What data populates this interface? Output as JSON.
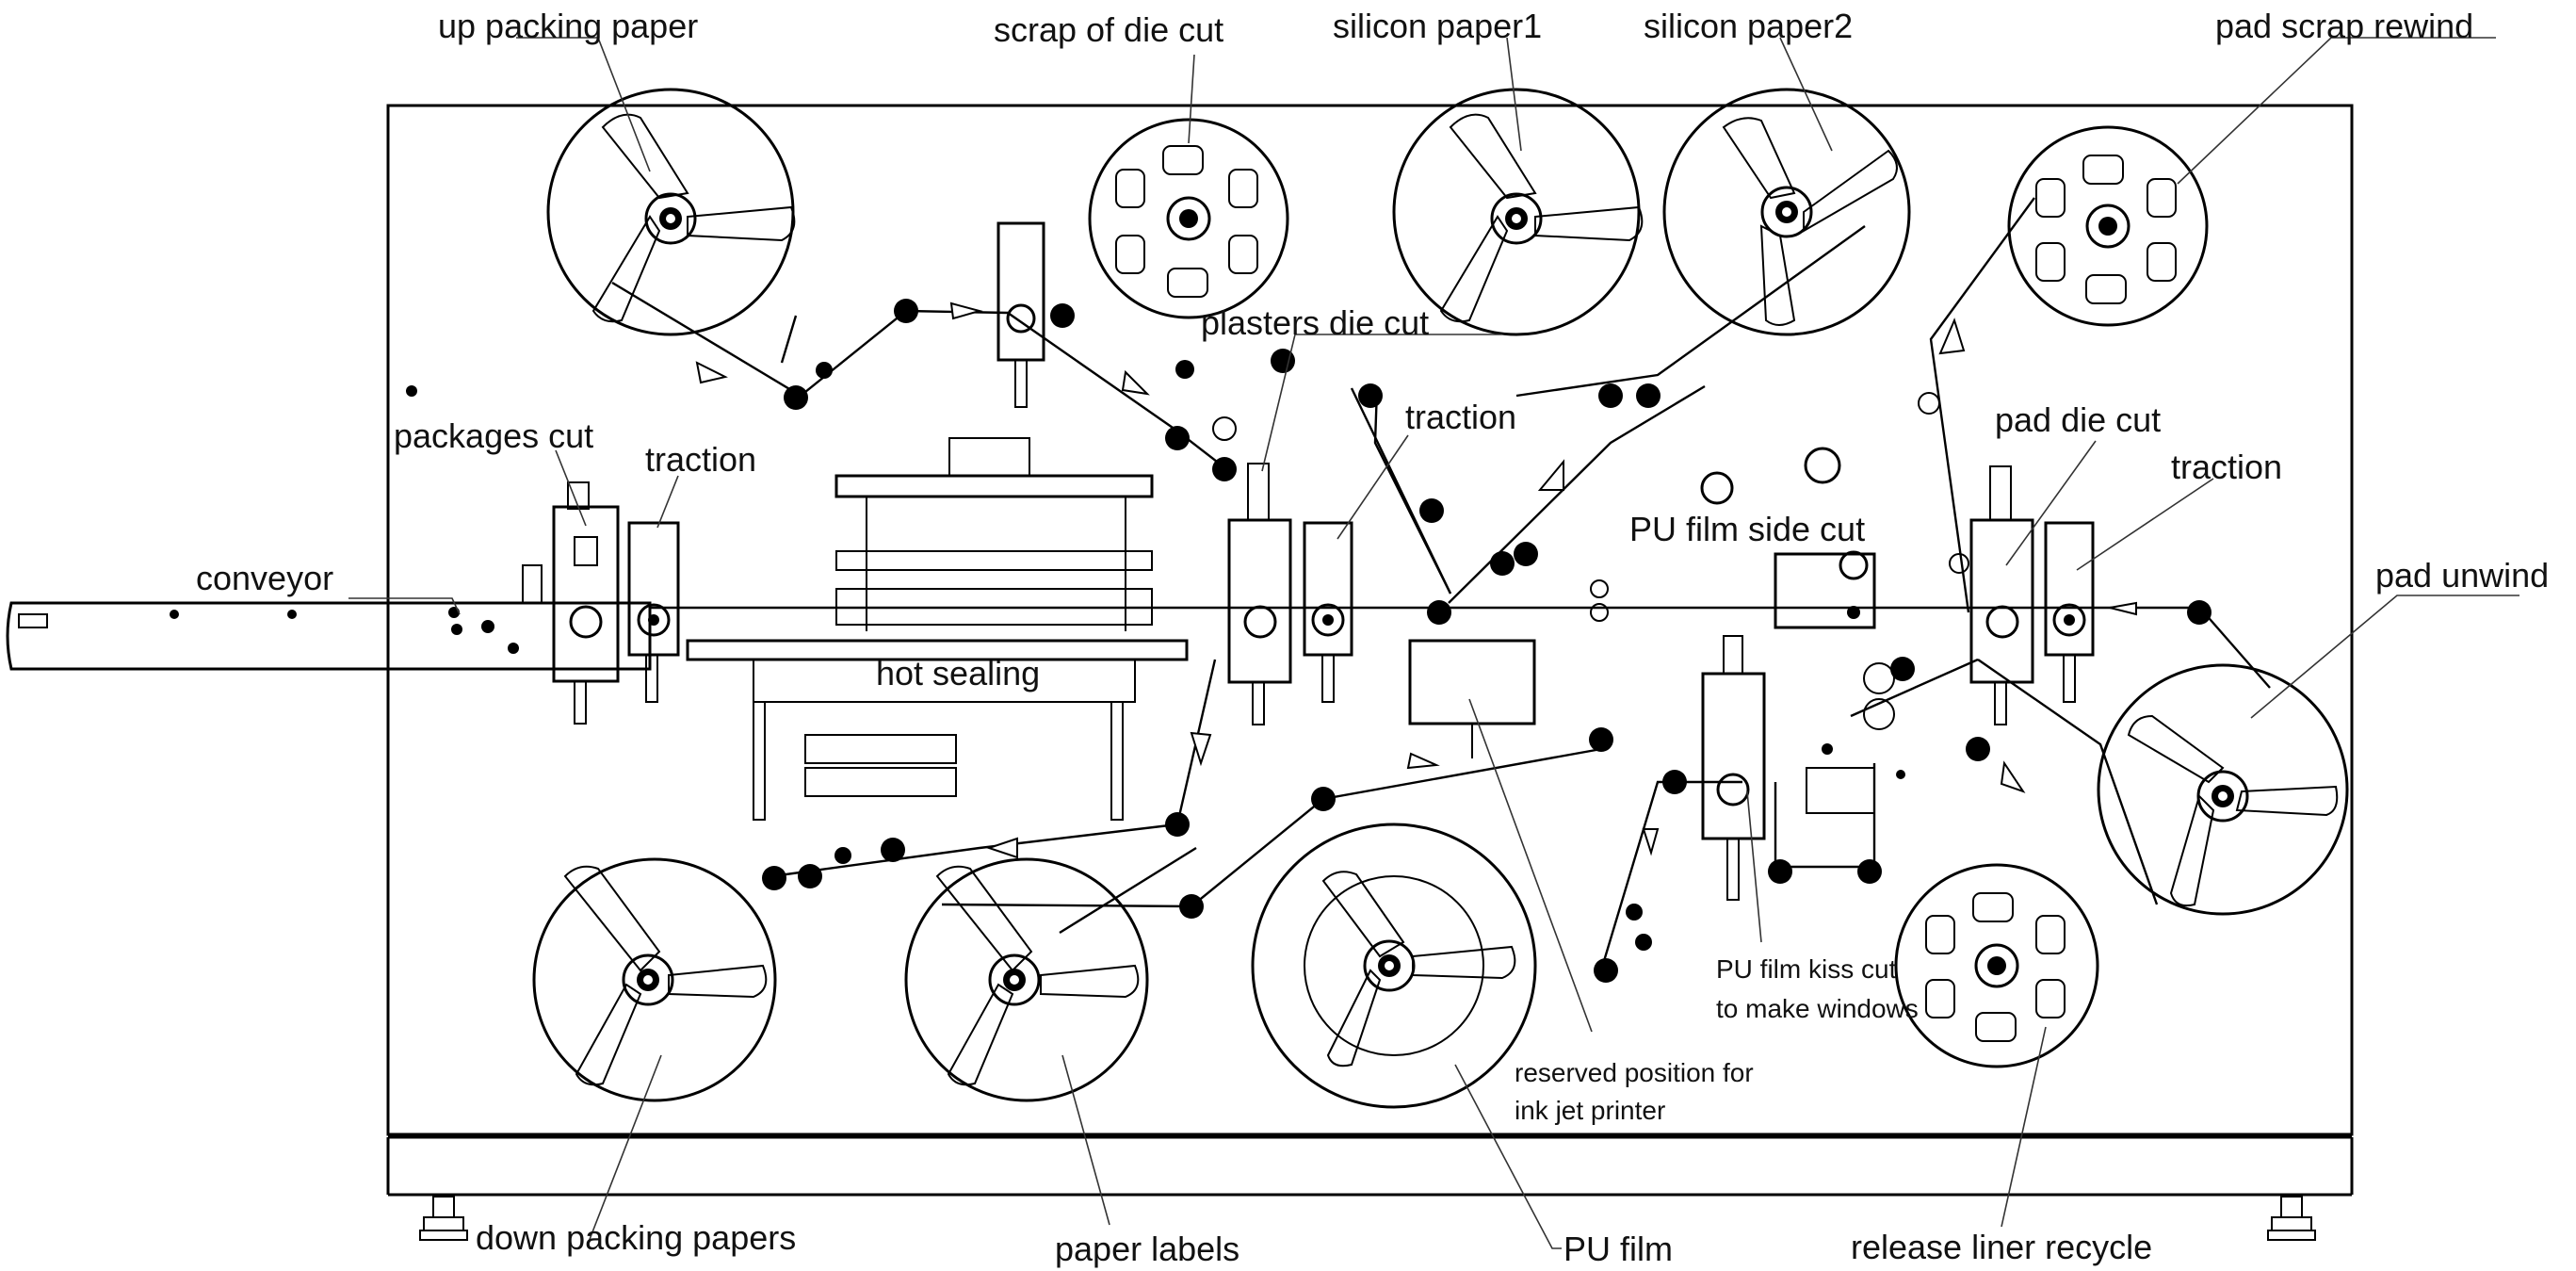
{
  "labels": {
    "up_packing_paper": "up packing paper",
    "scrap_of_die_cut": "scrap of die cut",
    "silicon_paper1": "silicon paper1",
    "silicon_paper2": "silicon paper2",
    "pad_scrap_rewind": "pad scrap rewind",
    "plasters_die_cut": "plasters die cut",
    "packages_cut": "packages cut",
    "traction_left": "traction",
    "traction_mid": "traction",
    "traction_right": "traction",
    "pad_die_cut": "pad die cut",
    "conveyor": "conveyor",
    "pu_film_side_cut": "PU film side cut",
    "pad_unwind": "pad unwind",
    "hot_sealing": "hot sealing",
    "pu_film_kiss_cut_line1": "PU film kiss cut",
    "pu_film_kiss_cut_line2": "to make windows",
    "reserved_position_line1": "reserved position for",
    "reserved_position_line2": "ink jet printer",
    "down_packing_papers": "down packing papers",
    "paper_labels": "paper labels",
    "pu_film": "PU film",
    "release_liner_recycle": "release liner recycle"
  },
  "colors": {
    "line": "#000000",
    "background": "#ffffff"
  }
}
